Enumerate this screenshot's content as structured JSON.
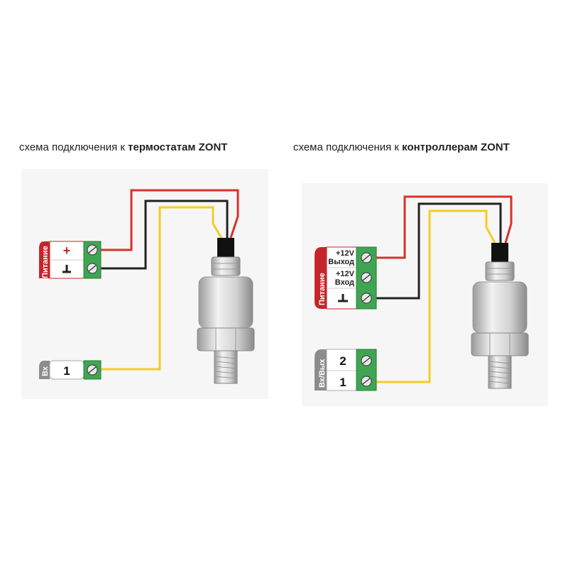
{
  "left": {
    "title_prefix": "схема подключения к ",
    "title_bold": "термостатам ZONT",
    "power_tab": "Питание",
    "power_plus": "+",
    "input_tab": "Вх",
    "input_num": "1"
  },
  "right": {
    "title_prefix": "схема подключения к ",
    "title_bold": "контроллерам ZONT",
    "power_tab": "Питание",
    "out_12v": "+12V",
    "out_label": "Выход",
    "in_12v": "+12V",
    "in_label": "Вход",
    "io_tab": "Вх/Вых",
    "io_num2": "2",
    "io_num1": "1"
  },
  "colors": {
    "red_wire": "#d8312b",
    "black_wire": "#222222",
    "yellow_wire": "#f3cc2a",
    "terminal_green": "#3fa552",
    "power_tab": "#c4262b",
    "input_tab": "#8c8c8c"
  }
}
